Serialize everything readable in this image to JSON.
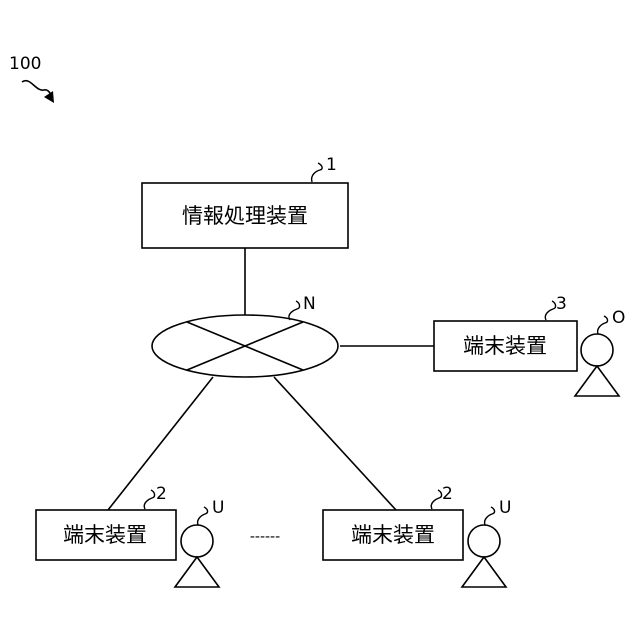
{
  "figure": {
    "ref_number": "100"
  },
  "nodes": {
    "info_processing_device": {
      "label": "情報処理装置",
      "ref": "1"
    },
    "network": {
      "ref": "N"
    },
    "terminal_operator": {
      "label": "端末装置",
      "ref": "3",
      "person_ref": "O"
    },
    "terminal_user_left": {
      "label": "端末装置",
      "ref": "2",
      "person_ref": "U"
    },
    "terminal_user_right": {
      "label": "端末装置",
      "ref": "2",
      "person_ref": "U"
    }
  },
  "ellipsis": "------",
  "colors": {
    "stroke": "#000000",
    "background": "#ffffff"
  }
}
